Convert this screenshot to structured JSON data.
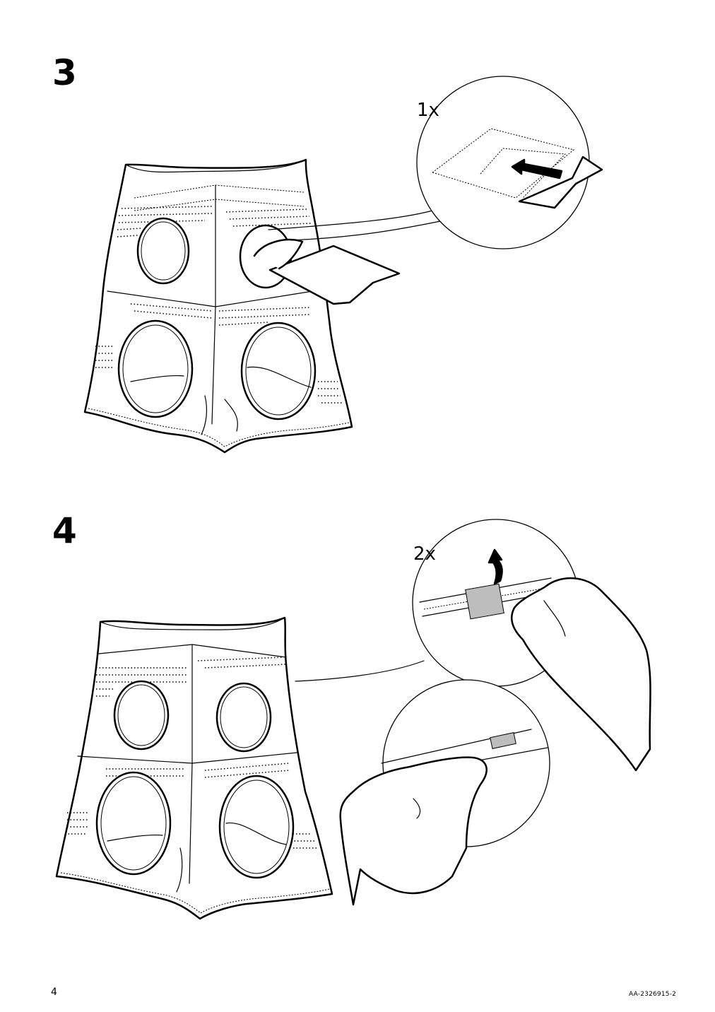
{
  "steps": [
    {
      "number": "3",
      "count": "1x"
    },
    {
      "number": "4",
      "count": "2x"
    }
  ],
  "footer": {
    "page_number": "4",
    "document_code": "AA-2326915-2"
  }
}
